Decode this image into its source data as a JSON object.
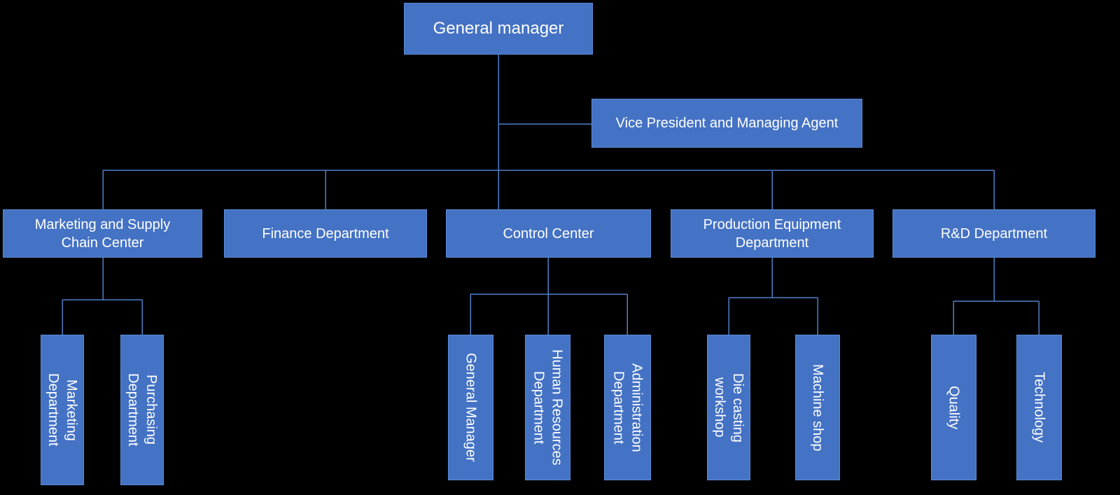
{
  "diagram_type": "org-chart",
  "colors": {
    "background": "#000000",
    "box_fill": "#4472C4",
    "box_border": "#5B8BD5",
    "line": "#4E7FC9",
    "text": "#FFFFFF"
  },
  "org": {
    "root": {
      "label": "General manager",
      "assistant": {
        "label": "Vice President and Managing Agent"
      },
      "children": [
        {
          "label": "Marketing and Supply\nChain Center",
          "children": [
            {
              "label": "Marketing\nDepartment"
            },
            {
              "label": "Purchasing\nDepartment"
            }
          ]
        },
        {
          "label": "Finance Department",
          "children": []
        },
        {
          "label": "Control Center",
          "children": [
            {
              "label": "General Manager"
            },
            {
              "label": "Human Resources\nDepartment"
            },
            {
              "label": "Administration\nDepartment"
            }
          ]
        },
        {
          "label": "Production Equipment\nDepartment",
          "children": [
            {
              "label": "Die casting\nworkshop"
            },
            {
              "label": "Machine shop"
            }
          ]
        },
        {
          "label": "R&D Department",
          "children": [
            {
              "label": "Quality"
            },
            {
              "label": "Technology"
            }
          ]
        }
      ]
    }
  }
}
